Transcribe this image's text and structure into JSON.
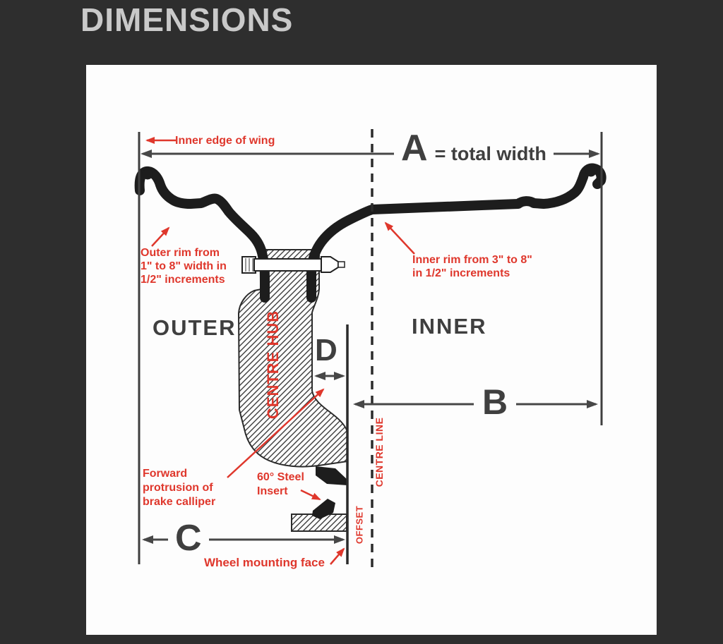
{
  "page": {
    "title": "DIMENSIONS"
  },
  "diagram": {
    "annotations": {
      "inner_edge_of_wing": "Inner edge of wing",
      "dim_a": "A",
      "dim_a_suffix": "= total width",
      "outer_rim_note": "Outer rim from\n1\" to 8\" width in\n1/2\" increments",
      "inner_rim_note": "Inner rim from 3\" to 8\"\nin 1/2\" increments",
      "outer_label": "OUTER",
      "inner_label": "INNER",
      "centre_hub": "CENTRE HUB",
      "dim_d": "D",
      "dim_b": "B",
      "dim_c": "C",
      "centre_line": "CENTRE LINE",
      "offset": "OFFSET",
      "calliper_note": "Forward\nprotrusion of\nbrake calliper",
      "steel_insert_note": "60° Steel\nInsert",
      "wheel_mounting_face": "Wheel mounting face"
    },
    "colors": {
      "background": "#2e2e2e",
      "panel": "#fdfdfd",
      "accent_red": "#df372c",
      "ink": "#3f3f3f",
      "rim_black": "#1d1d1d",
      "title_grey": "#c9c9c9"
    }
  }
}
